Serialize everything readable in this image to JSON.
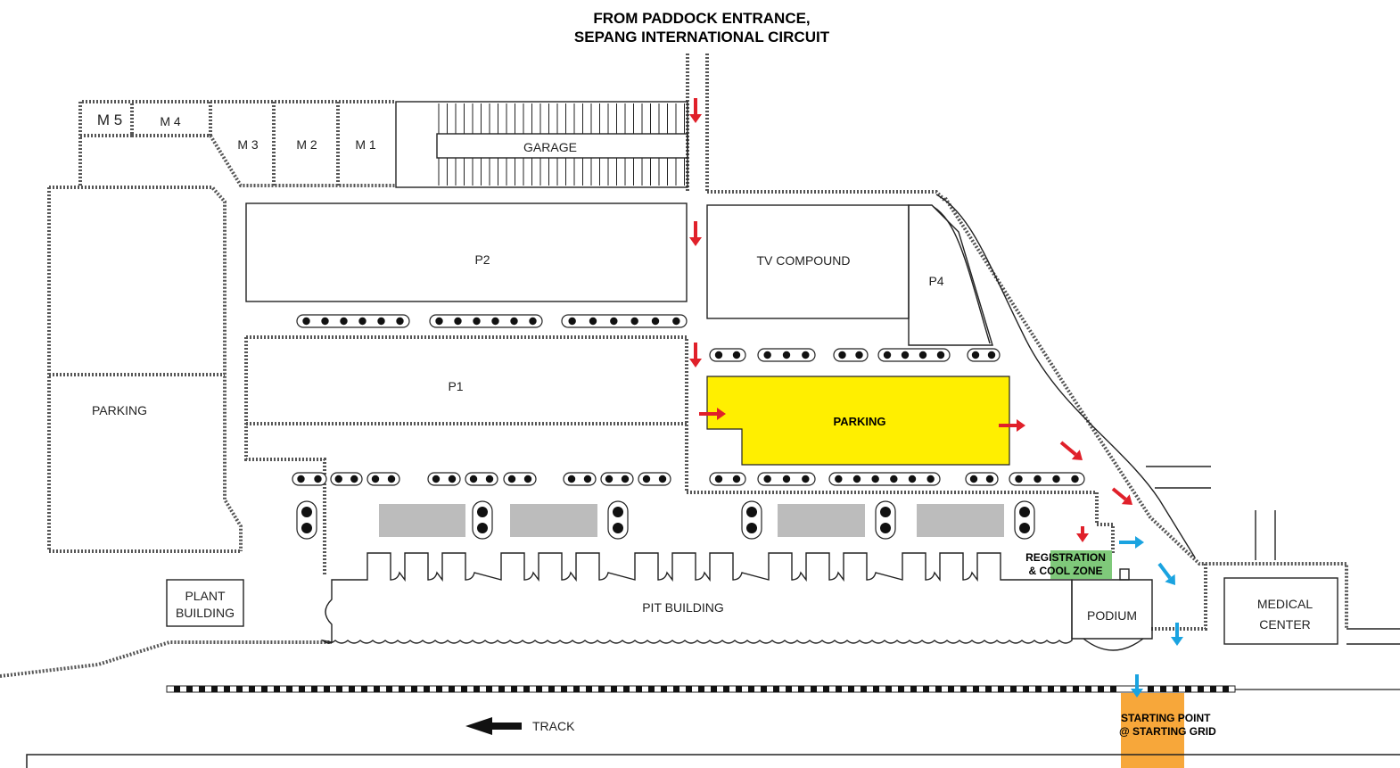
{
  "header": {
    "line1": "FROM PADDOCK ENTRANCE,",
    "line2": "SEPANG INTERNATIONAL CIRCUIT"
  },
  "areas": {
    "m5": "M 5",
    "m4": "M 4",
    "m3": "M 3",
    "m2": "M 2",
    "m1": "M 1",
    "garage": "GARAGE",
    "p2": "P2",
    "p1": "P1",
    "p4": "P4",
    "tv_compound": "TV COMPOUND",
    "parking_left": "PARKING",
    "parking_main": "PARKING",
    "pit_building": "PIT BUILDING",
    "podium": "PODIUM",
    "plant_line1": "PLANT",
    "plant_line2": "BUILDING",
    "medical_line1": "MEDICAL",
    "medical_line2": "CENTER",
    "registration_line1": "REGISTRATION",
    "registration_line2": "& COOL ZONE",
    "start_line1": "STARTING POINT",
    "start_line2": "@ STARTING GRID",
    "track": "TRACK"
  },
  "colors": {
    "parking_highlight": "#ffef00",
    "registration_zone": "#7fc97a",
    "starting_point": "#f7a73a",
    "arrow_red": "#e0202a",
    "arrow_blue": "#1aa3e0"
  }
}
